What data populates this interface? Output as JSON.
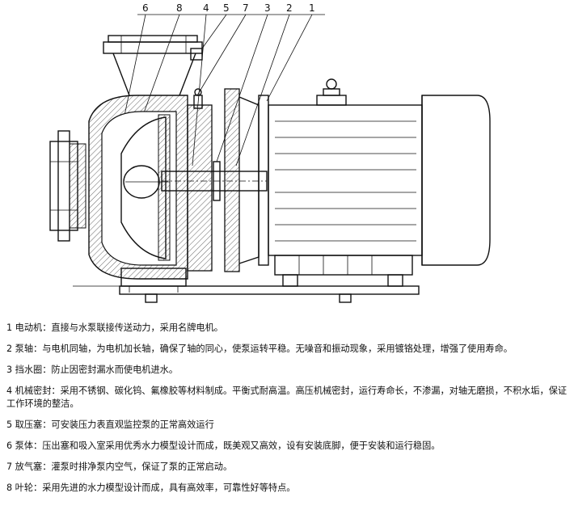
{
  "callouts": [
    "6",
    "8",
    "4",
    "5",
    "7",
    "3",
    "2",
    "1"
  ],
  "notes": [
    {
      "text": "1 电动机：直接与水泵联接传送动力，采用名牌电机。"
    },
    {
      "text": "2 泵轴：与电机同轴，为电机加长轴，确保了轴的同心，使泵运转平稳。无噪音和振动现象，采用镀铬处理，增强了使用寿命。"
    },
    {
      "text": "3 挡水圈：防止因密封漏水而使电机进水。"
    },
    {
      "text": "4 机械密封：采用不锈钢、碳化钨、氟橡胶等材料制成。平衡式耐高温。高压机械密封，运行寿命长，不渗漏，对轴无磨损，不积水垢，保证工作环境的整洁。"
    },
    {
      "text": "5 取压塞：可安装压力表直观监控泵的正常高效运行"
    },
    {
      "text": "6 泵体：压出塞和吸入室采用优秀水力模型设计而成，既美观又高效，设有安装底脚，便于安装和运行稳固。"
    },
    {
      "text": "7 放气塞：灌泵时排净泵内空气，保证了泵的正常启动。"
    },
    {
      "text": "8 叶轮：采用先进的水力模型设计而成，具有高效率，可靠性好等特点。"
    }
  ]
}
